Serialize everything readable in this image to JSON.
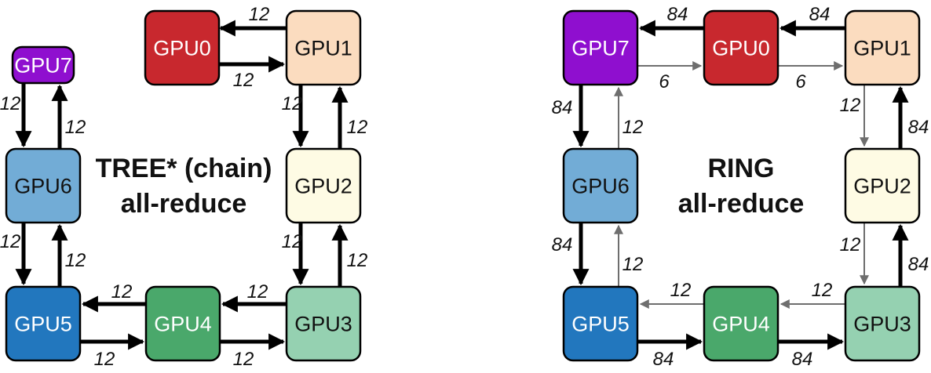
{
  "tree_diagram": {
    "title_line1": "TREE* (chain)",
    "title_line2": "all-reduce",
    "nodes": [
      {
        "id": "GPU0",
        "label": "GPU0",
        "fill": "#c8282e",
        "text": "#ffffff"
      },
      {
        "id": "GPU1",
        "label": "GPU1",
        "fill": "#fbdcbf",
        "text": "#111111"
      },
      {
        "id": "GPU2",
        "label": "GPU2",
        "fill": "#fefbe4",
        "text": "#111111"
      },
      {
        "id": "GPU3",
        "label": "GPU3",
        "fill": "#95d1b1",
        "text": "#111111"
      },
      {
        "id": "GPU4",
        "label": "GPU4",
        "fill": "#4aa86b",
        "text": "#ffffff"
      },
      {
        "id": "GPU5",
        "label": "GPU5",
        "fill": "#2277be",
        "text": "#ffffff"
      },
      {
        "id": "GPU6",
        "label": "GPU6",
        "fill": "#72acd6",
        "text": "#111111"
      },
      {
        "id": "GPU7",
        "label": "GPU7",
        "fill": "#8f0fcf",
        "text": "#ffffff"
      }
    ],
    "edges": [
      {
        "from": "GPU1",
        "to": "GPU0",
        "label": "12",
        "weight": "thick"
      },
      {
        "from": "GPU0",
        "to": "GPU1",
        "label": "12",
        "weight": "thick"
      },
      {
        "from": "GPU1",
        "to": "GPU2",
        "label": "12",
        "weight": "thick"
      },
      {
        "from": "GPU2",
        "to": "GPU1",
        "label": "12",
        "weight": "thick"
      },
      {
        "from": "GPU2",
        "to": "GPU3",
        "label": "12",
        "weight": "thick"
      },
      {
        "from": "GPU3",
        "to": "GPU2",
        "label": "12",
        "weight": "thick"
      },
      {
        "from": "GPU3",
        "to": "GPU4",
        "label": "12",
        "weight": "thick"
      },
      {
        "from": "GPU4",
        "to": "GPU3",
        "label": "12",
        "weight": "thick"
      },
      {
        "from": "GPU4",
        "to": "GPU5",
        "label": "12",
        "weight": "thick"
      },
      {
        "from": "GPU5",
        "to": "GPU4",
        "label": "12",
        "weight": "thick"
      },
      {
        "from": "GPU5",
        "to": "GPU6",
        "label": "12",
        "weight": "thick"
      },
      {
        "from": "GPU6",
        "to": "GPU5",
        "label": "12",
        "weight": "thick"
      },
      {
        "from": "GPU6",
        "to": "GPU7",
        "label": "12",
        "weight": "thick"
      },
      {
        "from": "GPU7",
        "to": "GPU6",
        "label": "12",
        "weight": "thick"
      }
    ]
  },
  "ring_diagram": {
    "title_line1": "RING",
    "title_line2": "all-reduce",
    "nodes": [
      {
        "id": "GPU0",
        "label": "GPU0",
        "fill": "#c8282e",
        "text": "#ffffff"
      },
      {
        "id": "GPU1",
        "label": "GPU1",
        "fill": "#fbdcbf",
        "text": "#111111"
      },
      {
        "id": "GPU2",
        "label": "GPU2",
        "fill": "#fefbe4",
        "text": "#111111"
      },
      {
        "id": "GPU3",
        "label": "GPU3",
        "fill": "#95d1b1",
        "text": "#111111"
      },
      {
        "id": "GPU4",
        "label": "GPU4",
        "fill": "#4aa86b",
        "text": "#ffffff"
      },
      {
        "id": "GPU5",
        "label": "GPU5",
        "fill": "#2277be",
        "text": "#ffffff"
      },
      {
        "id": "GPU6",
        "label": "GPU6",
        "fill": "#72acd6",
        "text": "#111111"
      },
      {
        "id": "GPU7",
        "label": "GPU7",
        "fill": "#8f0fcf",
        "text": "#ffffff"
      }
    ],
    "edges": [
      {
        "from": "GPU1",
        "to": "GPU0",
        "label": "84",
        "weight": "thick"
      },
      {
        "from": "GPU0",
        "to": "GPU7",
        "label": "84",
        "weight": "thick"
      },
      {
        "from": "GPU7",
        "to": "GPU6",
        "label": "84",
        "weight": "thick"
      },
      {
        "from": "GPU6",
        "to": "GPU5",
        "label": "84",
        "weight": "thick"
      },
      {
        "from": "GPU5",
        "to": "GPU4",
        "label": "84",
        "weight": "thick"
      },
      {
        "from": "GPU4",
        "to": "GPU3",
        "label": "84",
        "weight": "thick"
      },
      {
        "from": "GPU3",
        "to": "GPU2",
        "label": "84",
        "weight": "thick"
      },
      {
        "from": "GPU2",
        "to": "GPU1",
        "label": "84",
        "weight": "thick"
      },
      {
        "from": "GPU7",
        "to": "GPU0",
        "label": "6",
        "weight": "thin"
      },
      {
        "from": "GPU0",
        "to": "GPU1",
        "label": "6",
        "weight": "thin"
      },
      {
        "from": "GPU1",
        "to": "GPU2",
        "label": "12",
        "weight": "thin"
      },
      {
        "from": "GPU2",
        "to": "GPU3",
        "label": "12",
        "weight": "thin"
      },
      {
        "from": "GPU3",
        "to": "GPU4",
        "label": "12",
        "weight": "thin"
      },
      {
        "from": "GPU4",
        "to": "GPU5",
        "label": "12",
        "weight": "thin"
      },
      {
        "from": "GPU5",
        "to": "GPU6",
        "label": "12",
        "weight": "thin"
      },
      {
        "from": "GPU6",
        "to": "GPU7",
        "label": "12",
        "weight": "thin"
      }
    ]
  }
}
